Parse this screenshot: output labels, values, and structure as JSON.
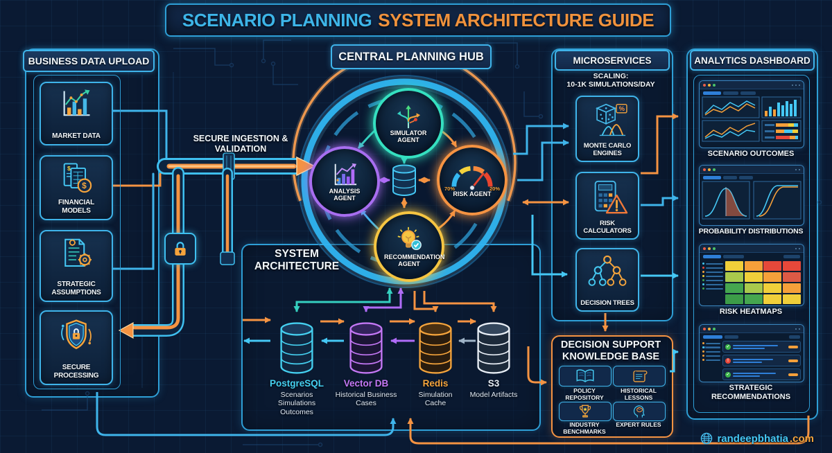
{
  "title": {
    "part1": "SCENARIO PLANNING",
    "part2": "SYSTEM ARCHITECTURE GUIDE"
  },
  "business_data_upload": {
    "header": "BUSINESS DATA UPLOAD",
    "items": [
      {
        "label": "MARKET DATA",
        "icon": "market-data-icon"
      },
      {
        "label": "FINANCIAL MODELS",
        "icon": "financial-models-icon"
      },
      {
        "label": "STRATEGIC ASSUMPTIONS",
        "icon": "strategic-assumptions-icon"
      },
      {
        "label": "SECURE PROCESSING",
        "icon": "secure-processing-icon"
      }
    ]
  },
  "ingestion": {
    "label": "SECURE INGESTION & VALIDATION"
  },
  "central_hub": {
    "header": "CENTRAL PLANNING HUB",
    "agents": [
      {
        "label": "SIMULATOR AGENT",
        "icon": "simulator-branches-icon",
        "color": "#35e0c0"
      },
      {
        "label": "ANALYSIS AGENT",
        "icon": "analysis-bar-chart-icon",
        "color": "#a86ef0"
      },
      {
        "label": "RISK AGENT",
        "icon": "risk-gauge-icon",
        "color": "#f59342",
        "gauge_left": "70%",
        "gauge_right": "20%"
      },
      {
        "label": "RECOMMENDATION AGENT",
        "icon": "lightbulb-check-icon",
        "color": "#f5c542"
      }
    ]
  },
  "system_architecture": {
    "header": "SYSTEM ARCHITECTURE",
    "databases": [
      {
        "name": "PostgreSQL",
        "color": "#45d0f0",
        "desc": "Scenarios Simulations Outcomes",
        "icon": "database-cylinder-icon"
      },
      {
        "name": "Vector DB",
        "color": "#c478f5",
        "desc": "Historical Business Cases",
        "icon": "database-cylinder-icon"
      },
      {
        "name": "Redis",
        "color": "#f5a43c",
        "desc": "Simulation Cache",
        "icon": "database-cylinder-icon"
      },
      {
        "name": "S3",
        "color": "#e8eef5",
        "desc": "Model Artifacts",
        "icon": "database-cylinder-icon"
      }
    ]
  },
  "microservices": {
    "header": "MICROSERVICES",
    "scaling_line1": "SCALING:",
    "scaling_line2": "10-1K SIMULATIONS/DAY",
    "services": [
      {
        "label": "MONTE CARLO ENGINES",
        "icon": "dice-distribution-icon"
      },
      {
        "label": "RISK CALCULATORS",
        "icon": "calculator-warning-icon"
      },
      {
        "label": "DECISION TREES",
        "icon": "tree-nodes-icon"
      }
    ]
  },
  "analytics_dashboard": {
    "header": "ANALYTICS DASHBOARD",
    "widgets": [
      {
        "label": "SCENARIO OUTCOMES",
        "icon": "charts-window"
      },
      {
        "label": "PROBABILITY DISTRIBUTIONS",
        "icon": "distribution-window"
      },
      {
        "label": "RISK HEATMAPS",
        "icon": "heatmap-window"
      },
      {
        "label": "STRATEGIC RECOMMENDATIONS",
        "icon": "recommendation-list-window"
      }
    ],
    "heatmap_colors": [
      [
        "#f0cf3a",
        "#f5a03a",
        "#e6483a",
        "#e6483a"
      ],
      [
        "#a9c94c",
        "#f0cf3a",
        "#f5a03a",
        "#dd5a45"
      ],
      [
        "#45a64f",
        "#a9c94c",
        "#f0cf3a",
        "#f5a03a"
      ],
      [
        "#3c9c48",
        "#45a64f",
        "#f0cf3a",
        "#f0cf3a"
      ]
    ]
  },
  "knowledge_base": {
    "header_line1": "DECISION SUPPORT",
    "header_line2": "KNOWLEDGE BASE",
    "items": [
      {
        "label": "POLICY REPOSITORY",
        "icon": "open-book-icon"
      },
      {
        "label": "HISTORICAL LESSONS",
        "icon": "scroll-icon"
      },
      {
        "label": "INDUSTRY BENCHMARKS",
        "icon": "trophy-icon"
      },
      {
        "label": "EXPERT RULES",
        "icon": "brain-icon"
      }
    ]
  },
  "footer": {
    "site": "randeepbhatia",
    "tld": ".com"
  },
  "colors": {
    "accent_blue": "#3db5e8",
    "accent_orange": "#f0923c",
    "panel_border": "#2e9fd6"
  }
}
